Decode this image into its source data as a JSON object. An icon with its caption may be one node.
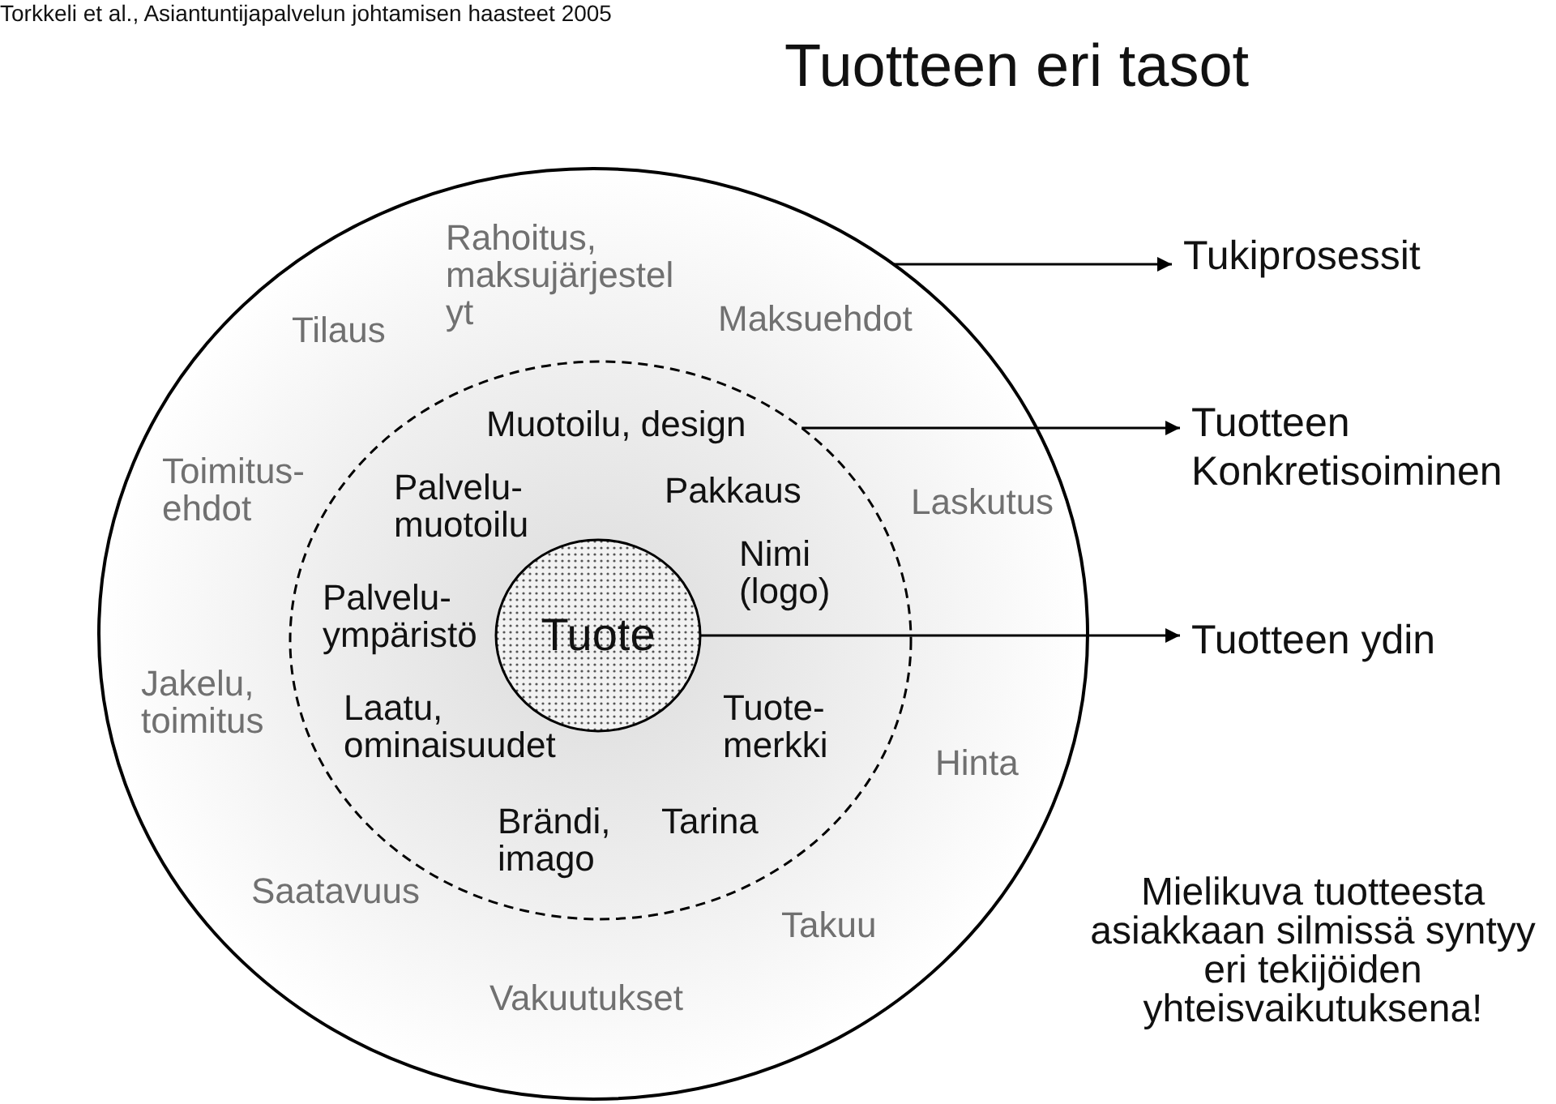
{
  "diagram": {
    "title": "Tuotteen eri tasot",
    "nodes": [
      {
        "text": [
          "Tilaus",
          "Rahoitus, maksujärjestel yt",
          "Maksuehdot",
          "Toimitus- ehdot",
          "Laskutus",
          "Jakelu, toimitus",
          "Hinta",
          "Saatavuus",
          "Takuu",
          "Vakuutukset"
        ]
      },
      {
        "text": [
          "Muotoilu, design",
          "Palvelu- muotoilu",
          "Pakkaus",
          "Nimi (logo)",
          "Palvelu- ympäristö",
          "Laatu, ominaisuudet",
          "Tuote- merkki",
          "Brändi, imago",
          "Tarina"
        ],
        "in": 0
      },
      {
        "text": [
          "Tuote"
        ],
        "in": 1
      },
      {
        "text": [
          "Tukiprosessit"
        ]
      },
      {
        "text": [
          "Tuotteen Konkretisoiminen"
        ]
      },
      {
        "text": [
          "Tuotteen ydin"
        ]
      }
    ],
    "edges": [
      {
        "from": 0,
        "to": 3,
        "arrow": "to"
      },
      {
        "from": 1,
        "to": 4,
        "arrow": "to"
      },
      {
        "from": 2,
        "to": 5,
        "arrow": "to"
      }
    ],
    "labels": [
      "Torkkeli et al., Asiantuntijapalvelun johtamisen haasteet 2005",
      "Mielikuva tuotteesta asiakkaan silmissä syntyy eri tekijöiden yhteisvaikutuksena!"
    ]
  }
}
